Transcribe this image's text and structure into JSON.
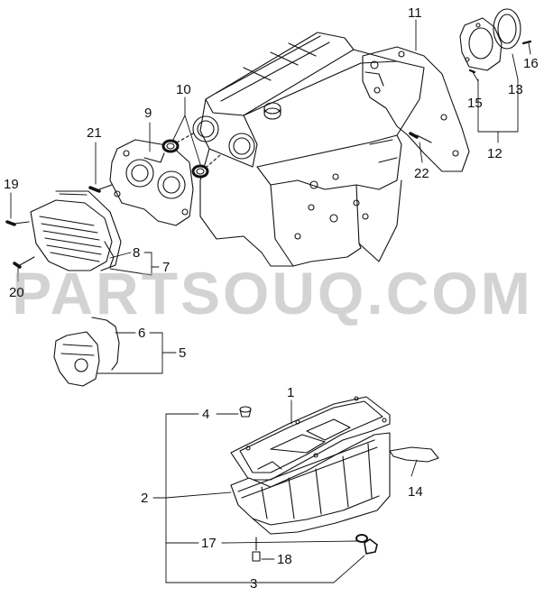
{
  "watermark": "PARTSOUQ.COM",
  "callouts": {
    "c1": "1",
    "c2": "2",
    "c3": "3",
    "c4": "4",
    "c5": "5",
    "c6": "6",
    "c7": "7",
    "c8": "8",
    "c9": "9",
    "c10": "10",
    "c11": "11",
    "c12": "12",
    "c13": "13",
    "c14": "14",
    "c15": "15",
    "c16": "16",
    "c17": "17",
    "c18": "18",
    "c19": "19",
    "c20": "20",
    "c21": "21",
    "c22": "22"
  },
  "colors": {
    "ink": "#111111",
    "shade": "#c8c8c8",
    "watermark": "#afafaf"
  }
}
